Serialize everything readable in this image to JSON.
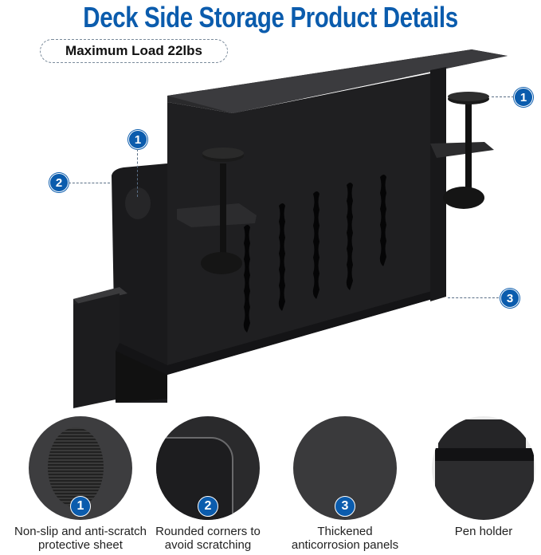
{
  "header": {
    "title": "Deck Side Storage Product Details",
    "load_badge": "Maximum Load 22lbs"
  },
  "colors": {
    "accent_blue": "#0b5cad",
    "product_black": "#1c1c1e"
  },
  "callouts": [
    {
      "number": "1",
      "position": "top-right clamp knob"
    },
    {
      "number": "1",
      "position": "left side pad"
    },
    {
      "number": "2",
      "position": "left side rounded corner"
    },
    {
      "number": "3",
      "position": "right side panel"
    }
  ],
  "details": [
    {
      "number": "1",
      "caption_line1": "Non-slip and anti-scratch",
      "caption_line2": "protective sheet",
      "icon": "textured-pad-closeup"
    },
    {
      "number": "2",
      "caption_line1": "Rounded corners to",
      "caption_line2": "avoid scratching",
      "icon": "rounded-corner-closeup"
    },
    {
      "number": "3",
      "caption_line1": "Thickened",
      "caption_line2": "anticorrosion panels",
      "icon": "panel-surface-closeup"
    },
    {
      "number": "",
      "caption_line1": "Pen holder",
      "caption_line2": "",
      "icon": "pen-holder"
    }
  ]
}
